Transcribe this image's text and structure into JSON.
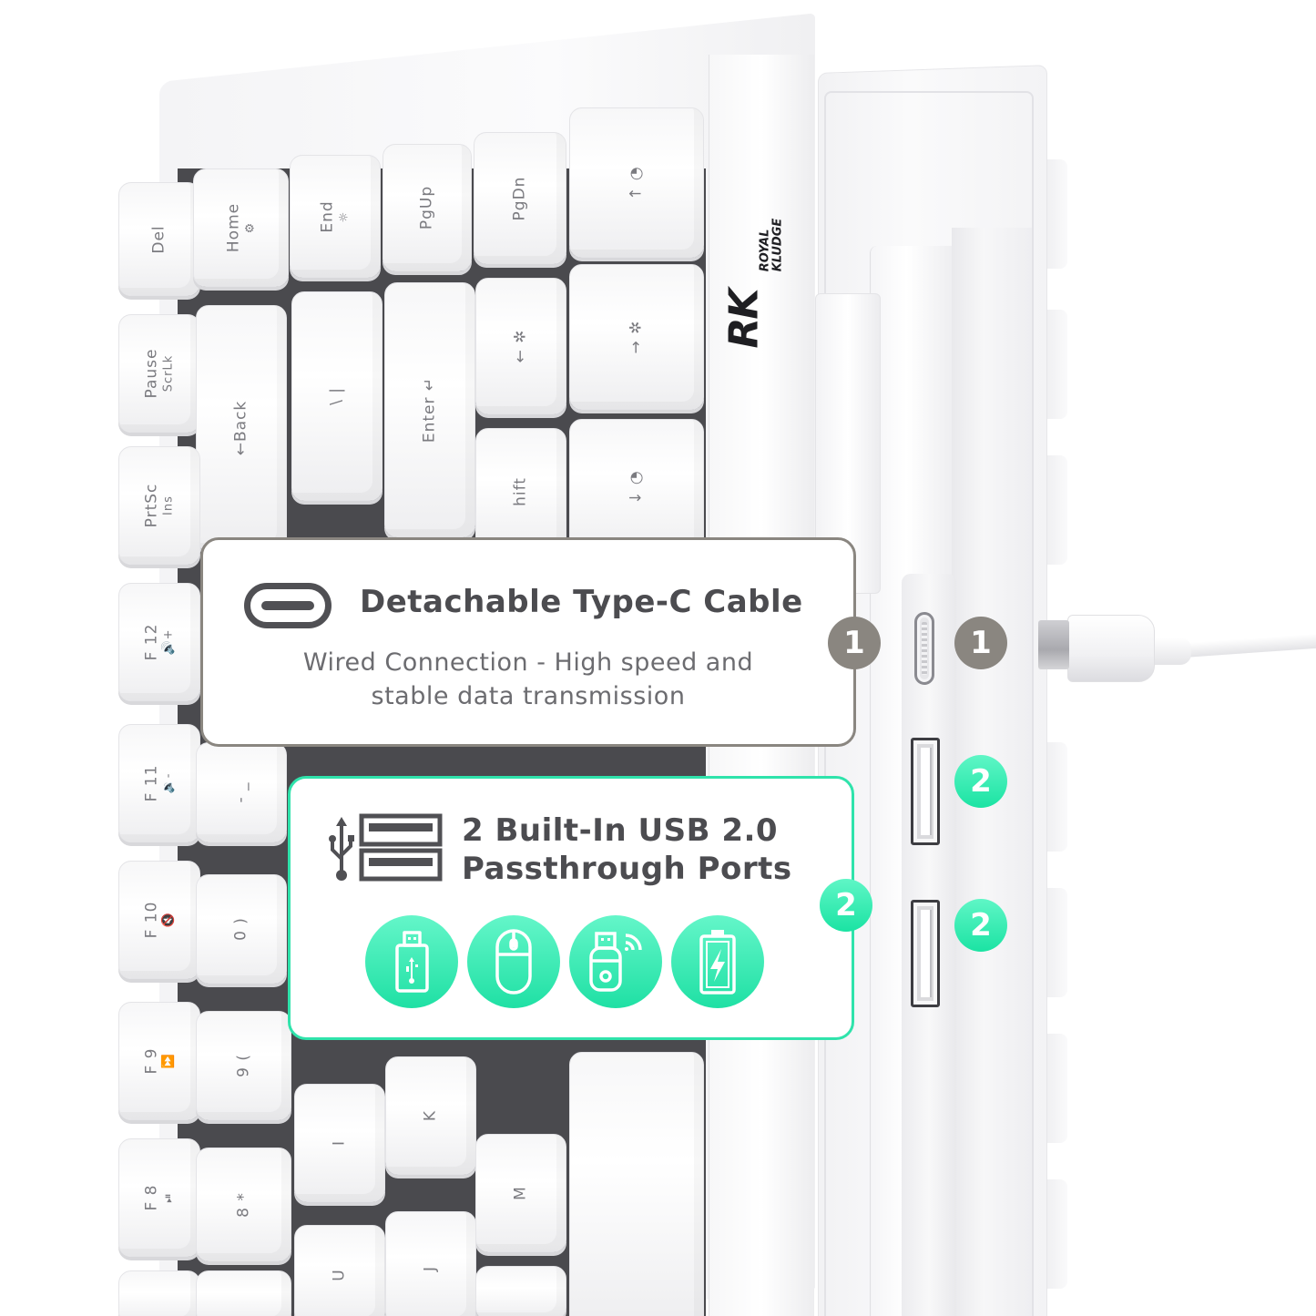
{
  "brand": {
    "logo_mark": "RK",
    "logo_line1": "ROYAL",
    "logo_line2": "KLUDGE"
  },
  "keycaps": [
    {
      "main": "Del",
      "sub": ""
    },
    {
      "main": "Home",
      "sub": "⚙"
    },
    {
      "main": "End",
      "sub": "☼"
    },
    {
      "main": "PgUp",
      "sub": ""
    },
    {
      "main": "PgDn",
      "sub": ""
    },
    {
      "main": "↑",
      "sub": "◔"
    },
    {
      "main": "Pause",
      "sub": "ScrLk"
    },
    {
      "main": "←Back",
      "sub": ""
    },
    {
      "main": "\\ |",
      "sub": ""
    },
    {
      "main": "Enter ↵",
      "sub": ""
    },
    {
      "main": "← ✲",
      "sub": ""
    },
    {
      "main": "→ ✲",
      "sub": ""
    },
    {
      "main": "PrtSc",
      "sub": "Ins"
    },
    {
      "main": "hift",
      "sub": ""
    },
    {
      "main": "↓",
      "sub": "◔"
    },
    {
      "main": "F 12",
      "sub": "🔊+"
    },
    {
      "main": "F 11",
      "sub": "🔉-"
    },
    {
      "main": "- _",
      "sub": ""
    },
    {
      "main": "F 10",
      "sub": "🔇"
    },
    {
      "main": "0 )",
      "sub": ""
    },
    {
      "main": "F 9",
      "sub": "⏩"
    },
    {
      "main": "9 (",
      "sub": ""
    },
    {
      "main": "I",
      "sub": ""
    },
    {
      "main": "K",
      "sub": ""
    },
    {
      "main": "F 8",
      "sub": "⏯"
    },
    {
      "main": "8 *",
      "sub": ""
    },
    {
      "main": "M",
      "sub": ""
    },
    {
      "main": "U",
      "sub": ""
    },
    {
      "main": "J",
      "sub": ""
    }
  ],
  "callouts": {
    "typec": {
      "icon": "usb-type-c-icon",
      "title": "Detachable Type-C Cable",
      "desc_line1": "Wired Connection - High speed and",
      "desc_line2": "stable data transmission",
      "badge": "1",
      "border_color": "#8a8680"
    },
    "usb": {
      "icon": "usb-ports-icon",
      "title_line1": "2 Built-In USB 2.0",
      "title_line2": "Passthrough Ports",
      "badge": "2",
      "border_color": "#2fe3ab",
      "features": [
        {
          "icon": "usb-flash-drive-icon"
        },
        {
          "icon": "mouse-icon"
        },
        {
          "icon": "wireless-receiver-icon"
        },
        {
          "icon": "battery-charging-icon"
        }
      ]
    }
  },
  "port_badges": {
    "typec": "1",
    "usb_top": "2",
    "usb_bottom": "2"
  },
  "colors": {
    "accent_green": "#1fe0a4",
    "accent_gray": "#8a8680",
    "title_text": "#4c4c50",
    "body_text": "#6c6c70"
  }
}
